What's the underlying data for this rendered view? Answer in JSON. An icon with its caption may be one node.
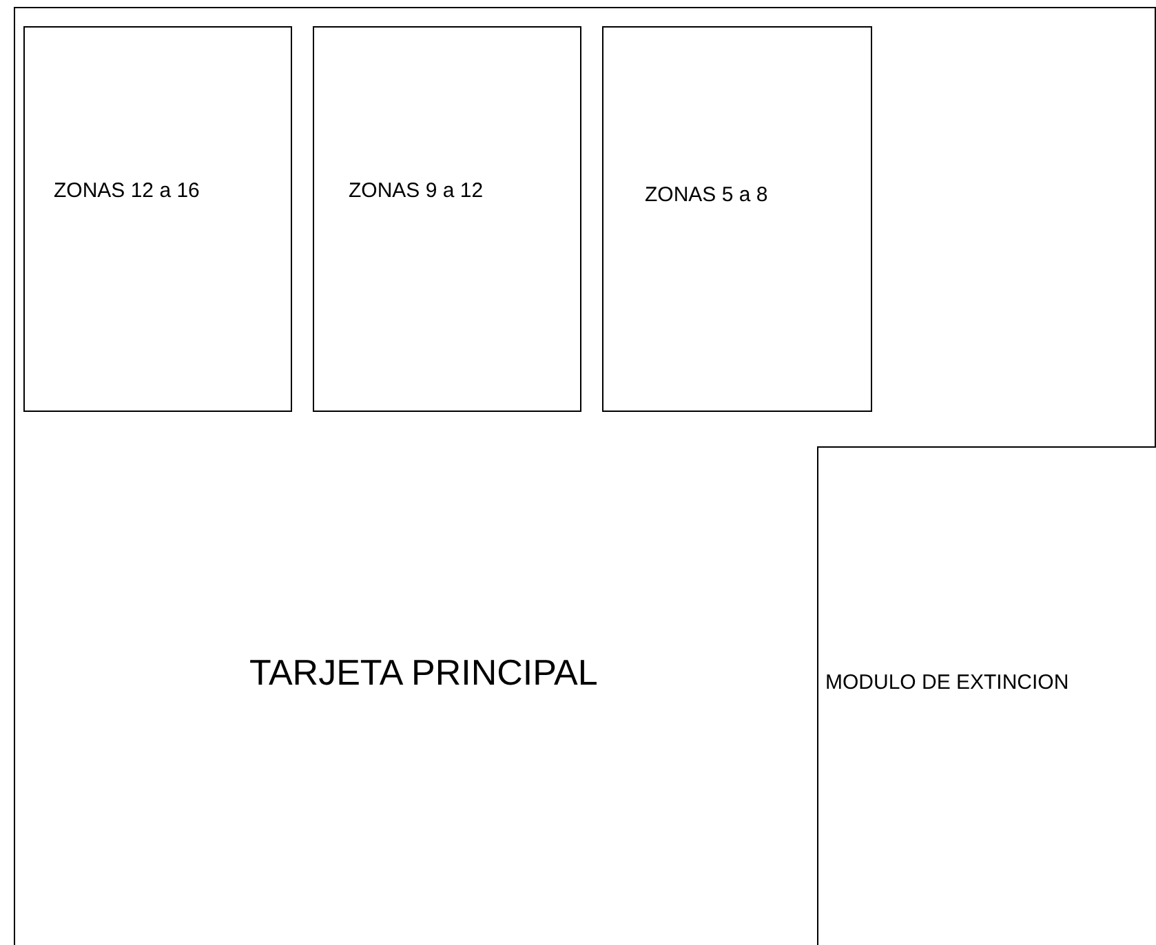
{
  "diagram": {
    "nodes": [
      {
        "text": [
          "TARJETA PRINCIPAL"
        ]
      },
      {
        "text": [
          "ZONAS 12 a 16"
        ],
        "in": 0
      },
      {
        "text": [
          "ZONAS 9 a 12"
        ],
        "in": 0
      },
      {
        "text": [
          "ZONAS 5 a 8"
        ],
        "in": 0
      },
      {
        "text": [
          "MODULO DE EXTINCION"
        ],
        "in": 0
      }
    ],
    "edges": []
  }
}
